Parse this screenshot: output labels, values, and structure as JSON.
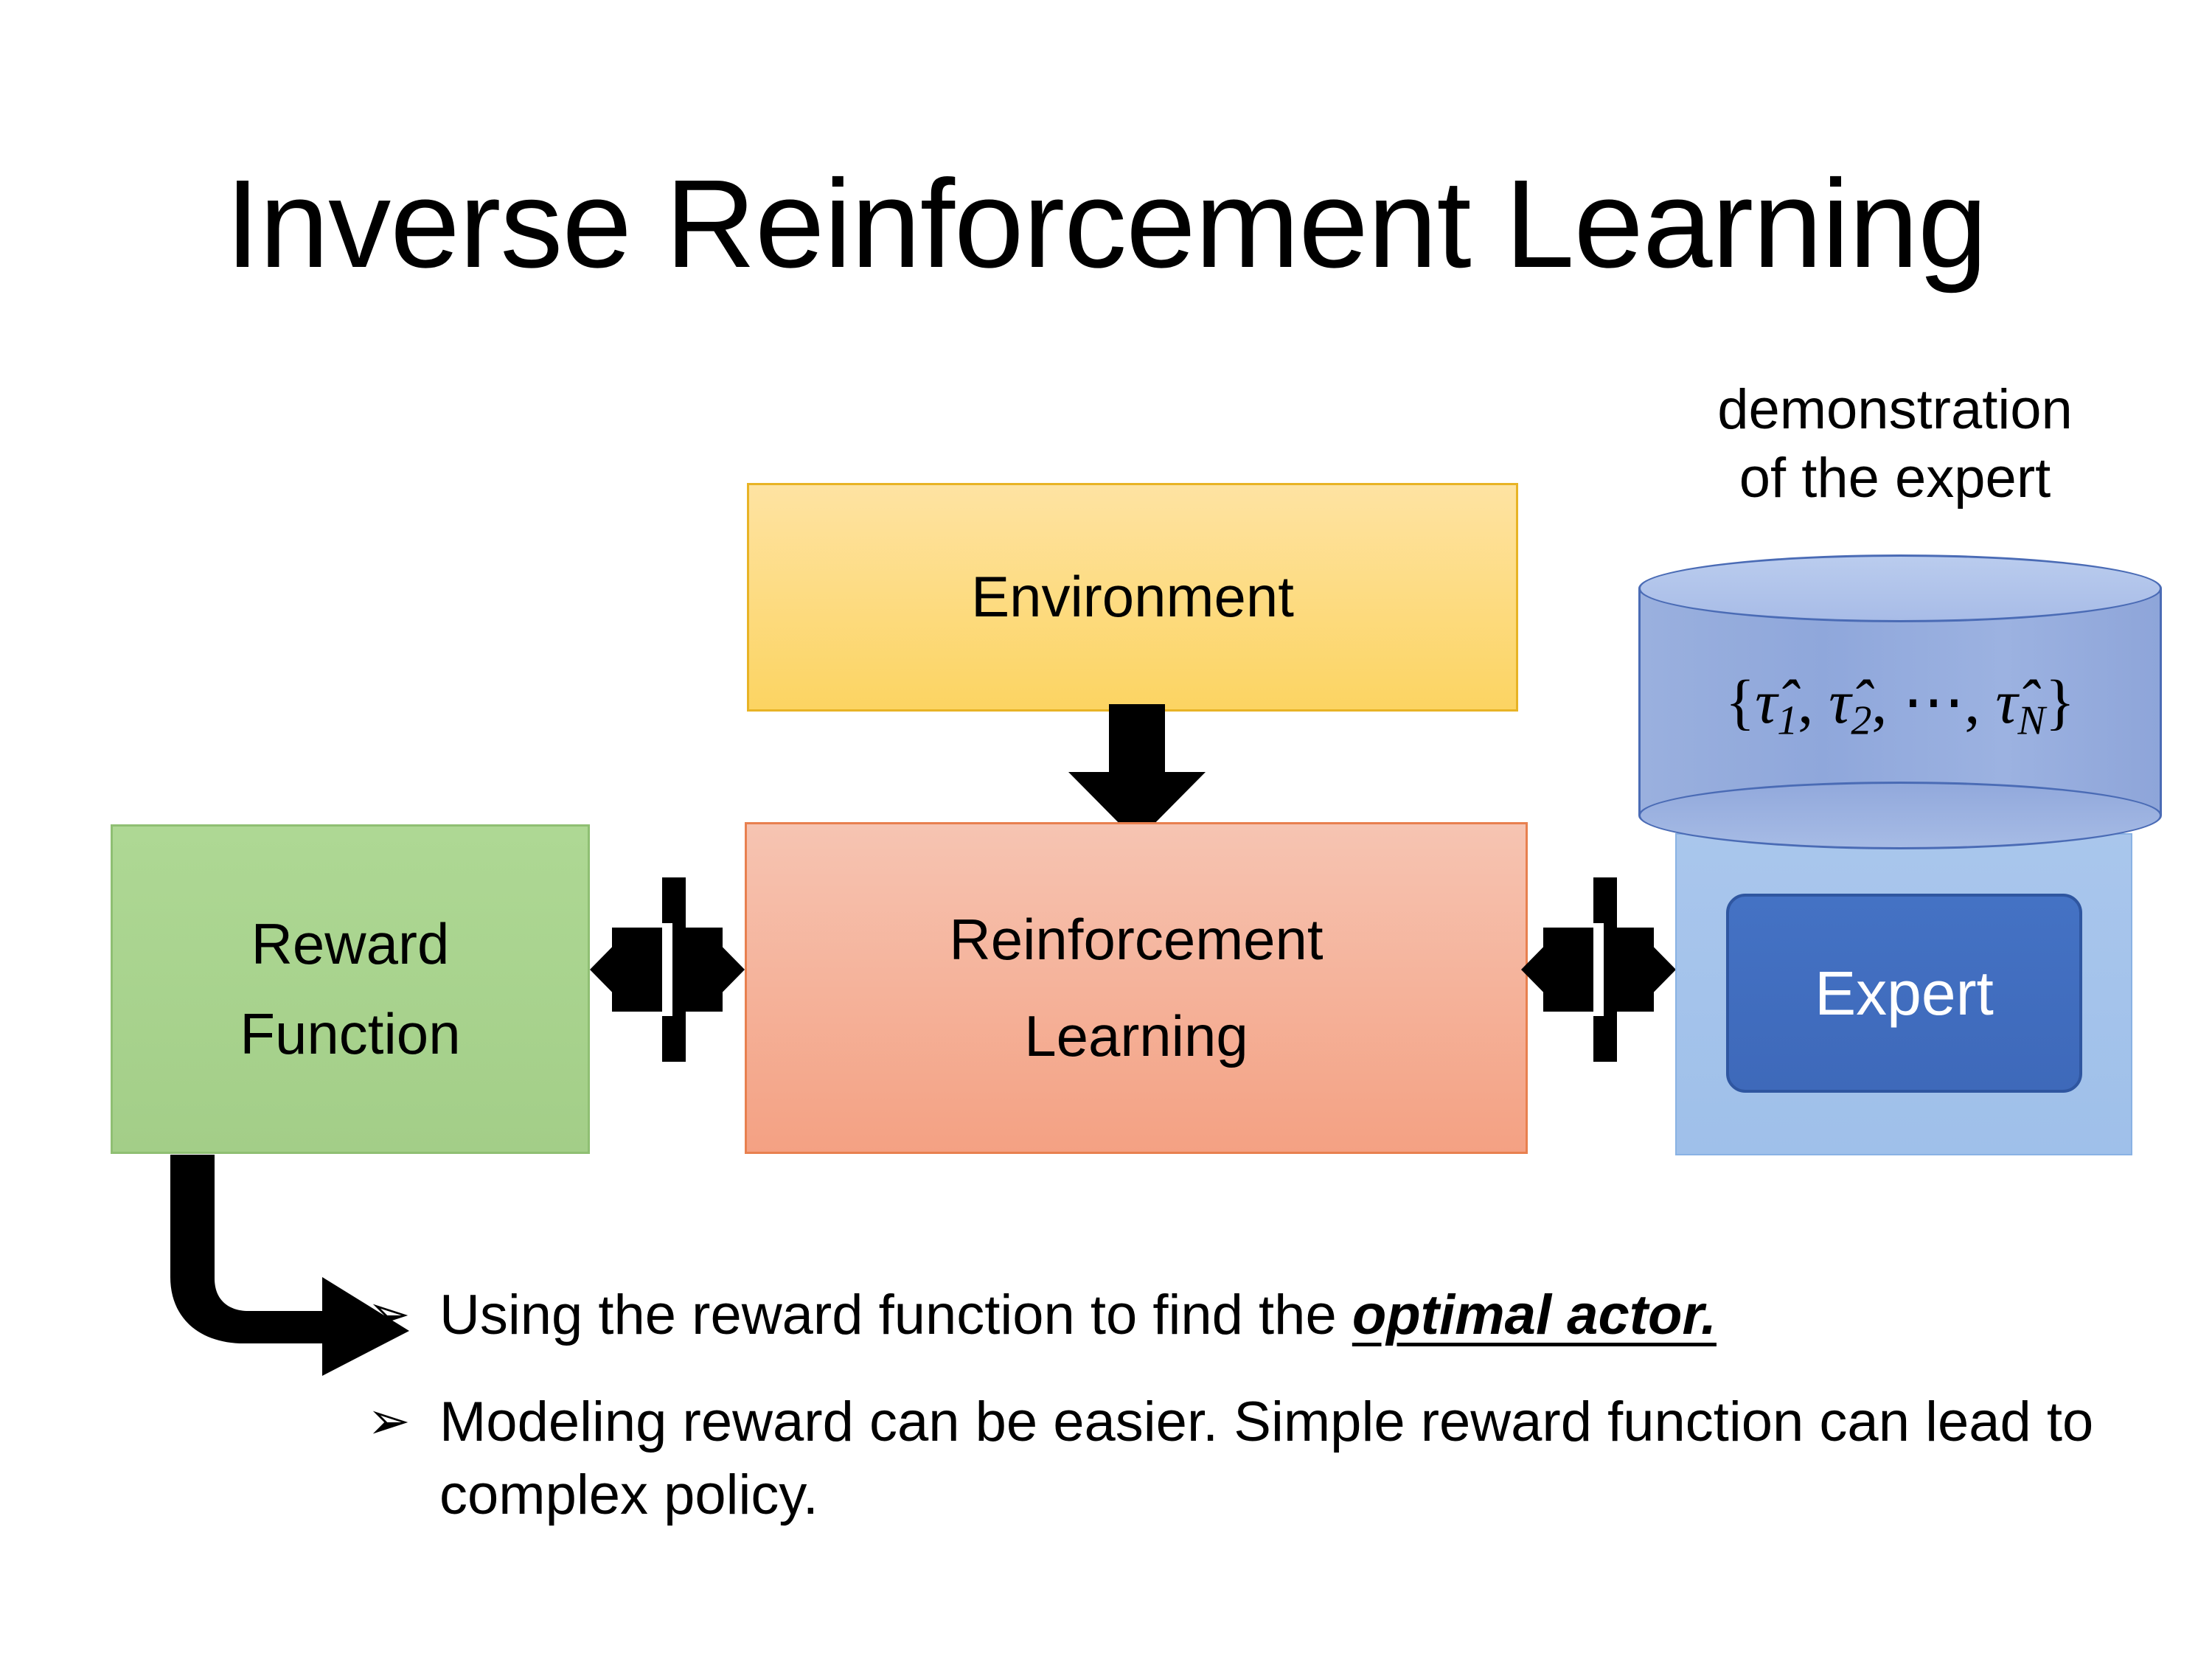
{
  "slide": {
    "title": "Inverse Reinforcement Learning",
    "background_color": "#FFFFFF"
  },
  "diagram": {
    "environment": {
      "label": "Environment",
      "fill_top": "#FEE3A2",
      "fill_bottom": "#FCD462",
      "border_color": "#E8B325"
    },
    "reinforcement_learning": {
      "label_line1": "Reinforcement",
      "label_line2": "Learning",
      "fill_top": "#F6C4B2",
      "fill_bottom": "#F4A183",
      "border_color": "#E8804F"
    },
    "reward_function": {
      "label_line1": "Reward",
      "label_line2": "Function",
      "fill_top": "#AED894",
      "fill_bottom": "#A3CE88",
      "border_color": "#8FBF73"
    },
    "demonstration": {
      "caption_line1": "demonstration",
      "caption_line2": "of the expert",
      "set_open": "{",
      "tau1": "τ̂",
      "tau1_sub": "1",
      "comma1": ", ",
      "tau2": "τ̂",
      "tau2_sub": "2",
      "comma2": ", ",
      "ellipsis": "⋯",
      "comma3": ", ",
      "tauN": "τ̂",
      "tauN_sub": "N",
      "set_close": "}",
      "cylinder_fill": "#8FA7DB",
      "cylinder_border": "#4A6BB5"
    },
    "expert": {
      "label": "Expert",
      "fill": "#4472C4",
      "border_color": "#2F56A0",
      "text_color": "#FFFFFF",
      "panel_fill": "#A9C6EC"
    },
    "connectors": {
      "env_to_rl": "down-arrow",
      "reward_rl": "quad-arrow",
      "rl_expert": "quad-arrow",
      "reward_to_bullets": "bent-elbow-arrow",
      "color": "#000000"
    }
  },
  "bullets": [
    {
      "marker": "➢",
      "text_before": "Using the reward function to find the ",
      "emphasis": "optimal actor.",
      "text_after": ""
    },
    {
      "marker": "➢",
      "text_before": "Modeling reward can be easier. Simple reward function can lead to complex policy.",
      "emphasis": "",
      "text_after": ""
    }
  ]
}
